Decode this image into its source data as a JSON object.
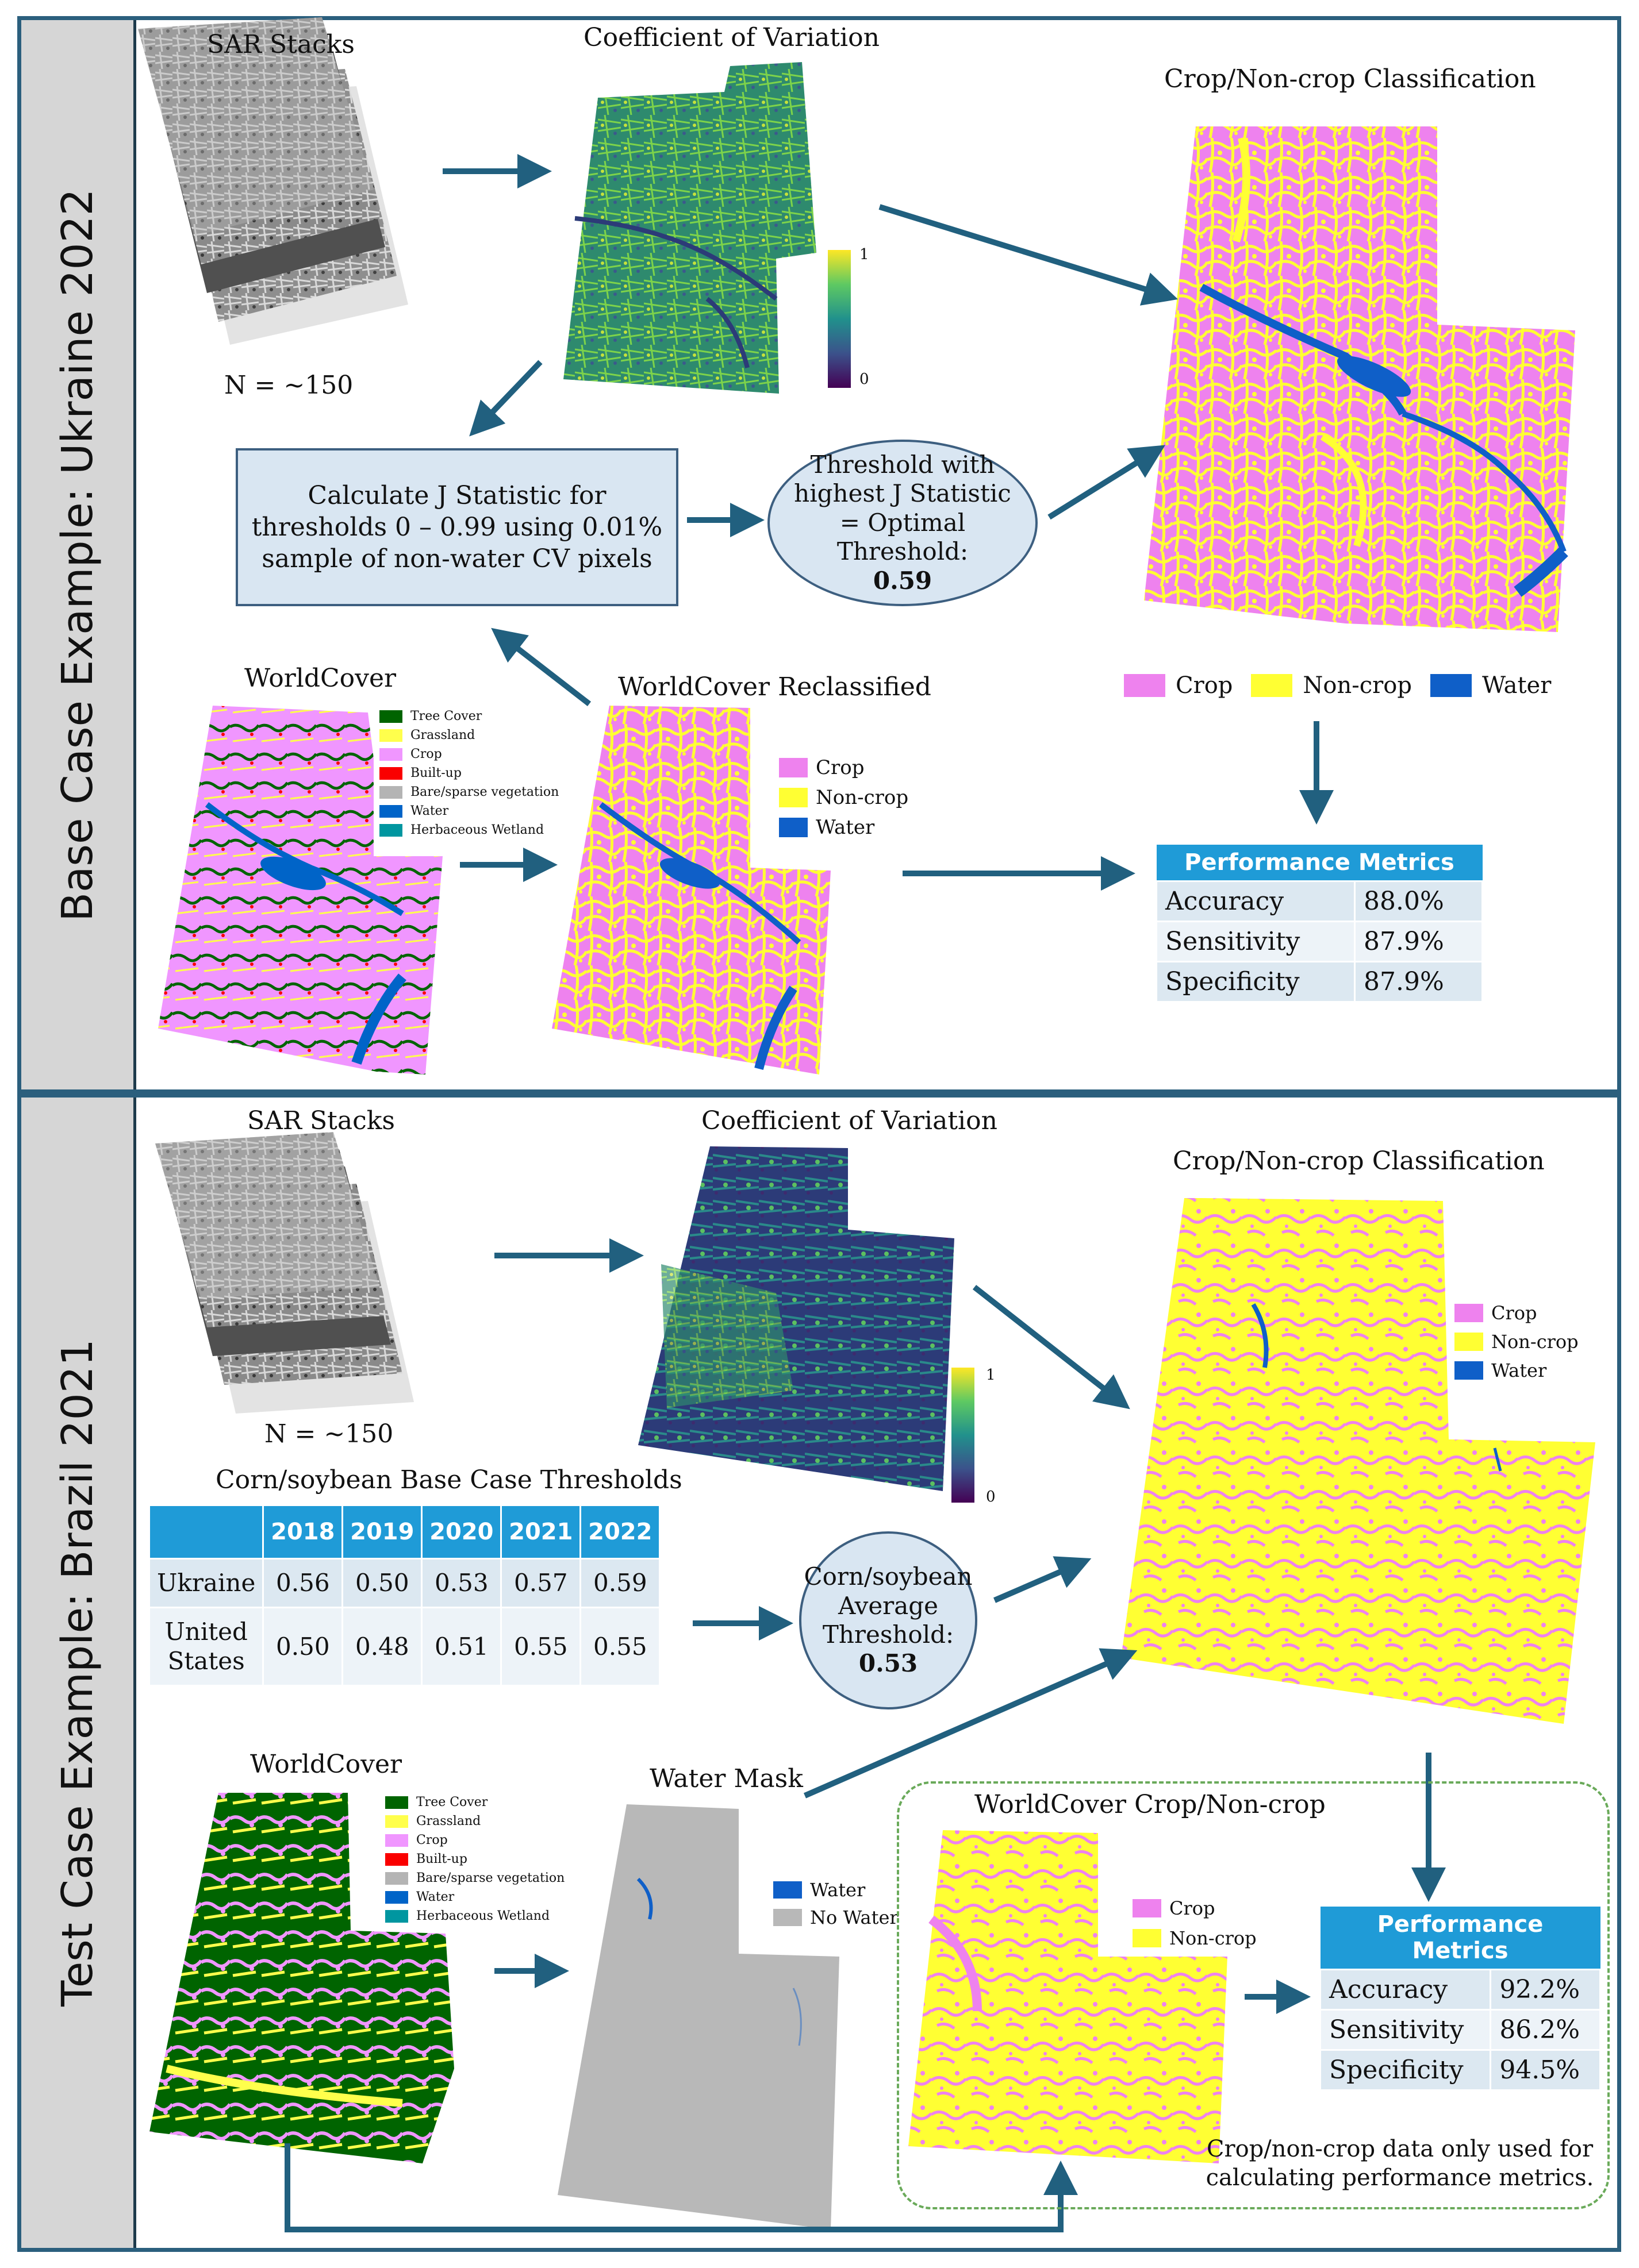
{
  "top": {
    "side_label": "Base Case Example: Ukraine 2022",
    "sar_title": "SAR Stacks",
    "sar_n": "N = ~150",
    "cv_title": "Coefficient of Variation",
    "cv_max": "1",
    "cv_min": "0",
    "class_title": "Crop/Non-crop Classification",
    "jstat_box": "Calculate J Statistic for thresholds 0 – 0.99 using 0.01% sample of non-water CV pixels",
    "ellipse_text": "Threshold with highest J Statistic = Optimal Threshold:",
    "ellipse_value": "0.59",
    "worldcover_title": "WorldCover",
    "reclass_title": "WorldCover Reclassified",
    "class_legend": [
      {
        "label": "Crop",
        "color": "#ee82ee"
      },
      {
        "label": "Non-crop",
        "color": "#ffff33"
      },
      {
        "label": "Water",
        "color": "#0f5fc8"
      }
    ],
    "reclass_legend": [
      {
        "label": "Crop",
        "color": "#ee82ee"
      },
      {
        "label": "Non-crop",
        "color": "#ffff33"
      },
      {
        "label": "Water",
        "color": "#0f5fc8"
      }
    ],
    "metrics_title": "Performance Metrics",
    "metrics": [
      {
        "name": "Accuracy",
        "value": "88.0%"
      },
      {
        "name": "Sensitivity",
        "value": "87.9%"
      },
      {
        "name": "Specificity",
        "value": "87.9%"
      }
    ]
  },
  "worldcover_legend": [
    {
      "label": "Tree Cover",
      "color": "#006400"
    },
    {
      "label": "Grassland",
      "color": "#ffff4c"
    },
    {
      "label": "Crop",
      "color": "#f096ff"
    },
    {
      "label": "Built-up",
      "color": "#fa0000"
    },
    {
      "label": "Bare/sparse vegetation",
      "color": "#b4b4b4"
    },
    {
      "label": "Water",
      "color": "#0064c8"
    },
    {
      "label": "Herbaceous Wetland",
      "color": "#0096a0"
    }
  ],
  "bottom": {
    "side_label": "Test Case Example: Brazil 2021",
    "sar_title": "SAR Stacks",
    "sar_n": "N = ~150",
    "cv_title": "Coefficient of Variation",
    "cv_max": "1",
    "cv_min": "0",
    "class_title": "Crop/Non-crop Classification",
    "class_legend": [
      {
        "label": "Crop",
        "color": "#ee82ee"
      },
      {
        "label": "Non-crop",
        "color": "#ffff33"
      },
      {
        "label": "Water",
        "color": "#0f5fc8"
      }
    ],
    "thr_title": "Corn/soybean Base Case Thresholds",
    "thr_years": [
      "2018",
      "2019",
      "2020",
      "2021",
      "2022"
    ],
    "thr_rows": [
      {
        "name": "Ukraine",
        "values": [
          "0.56",
          "0.50",
          "0.53",
          "0.57",
          "0.59"
        ]
      },
      {
        "name": "United States",
        "values": [
          "0.50",
          "0.48",
          "0.51",
          "0.55",
          "0.55"
        ]
      }
    ],
    "ellipse_text": "Corn/soybean Average Threshold:",
    "ellipse_value": "0.53",
    "worldcover_title": "WorldCover",
    "water_title": "Water Mask",
    "water_legend": [
      {
        "label": "Water",
        "color": "#0f5fc8"
      },
      {
        "label": "No Water",
        "color": "#b8b8b8"
      }
    ],
    "wc_crop_title": "WorldCover Crop/Non-crop",
    "wc_crop_legend": [
      {
        "label": "Crop",
        "color": "#ee82ee"
      },
      {
        "label": "Non-crop",
        "color": "#ffff33"
      }
    ],
    "metrics_title": "Performance Metrics",
    "metrics": [
      {
        "name": "Accuracy",
        "value": "92.2%"
      },
      {
        "name": "Sensitivity",
        "value": "86.2%"
      },
      {
        "name": "Specificity",
        "value": "94.5%"
      }
    ],
    "note": "Crop/non-crop data only used for calculating performance metrics."
  }
}
